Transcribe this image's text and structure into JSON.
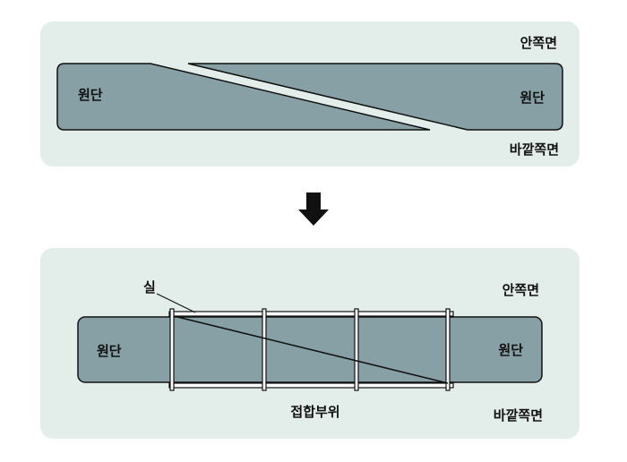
{
  "colors": {
    "panel": "#e3eeeb",
    "fabric": "#87a0a5",
    "outline": "#111111",
    "stitch": "#ffffff"
  },
  "top_panel": {
    "inner_side": "안쪽면",
    "fabric_left": "원단",
    "fabric_right": "원단",
    "outer_side": "바깥쪽면"
  },
  "arrow": {
    "icon": "arrow-down-icon"
  },
  "bottom_panel": {
    "thread": "실",
    "inner_side": "안쪽면",
    "fabric_left": "원단",
    "fabric_right": "원단",
    "seam_area": "접합부위",
    "outer_side": "바깥쪽면"
  }
}
